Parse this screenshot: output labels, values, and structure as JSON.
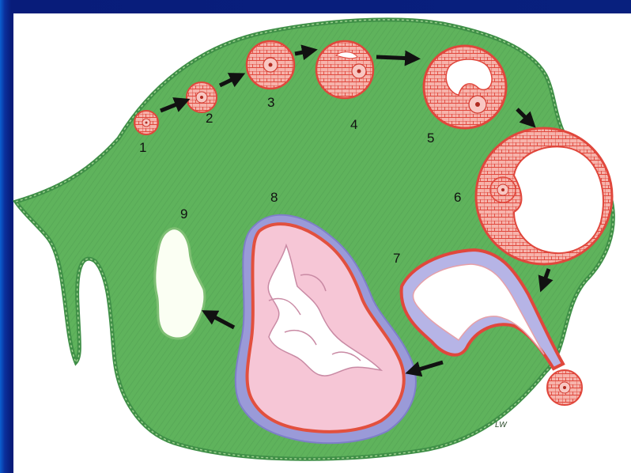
{
  "figure": {
    "labels": [
      {
        "id": "1",
        "text": "1"
      },
      {
        "id": "2",
        "text": "2"
      },
      {
        "id": "3",
        "text": "3"
      },
      {
        "id": "4",
        "text": "4"
      },
      {
        "id": "5",
        "text": "5"
      },
      {
        "id": "6",
        "text": "6"
      },
      {
        "id": "7",
        "text": "7"
      },
      {
        "id": "8",
        "text": "8"
      },
      {
        "id": "9",
        "text": "9"
      }
    ],
    "signature": "LW"
  },
  "colors": {
    "frame": "#0a2a8a",
    "ovary": "#5fb35c",
    "ovary_edge": "#3f8f47",
    "follicle": "#f4a6a0",
    "follicle_edge": "#e0473c",
    "corpus_luteum": "#f6c6d6",
    "luteum_edge": "#e2503e",
    "theca": "#9a9ad8",
    "albicans": "#fbfff3"
  }
}
